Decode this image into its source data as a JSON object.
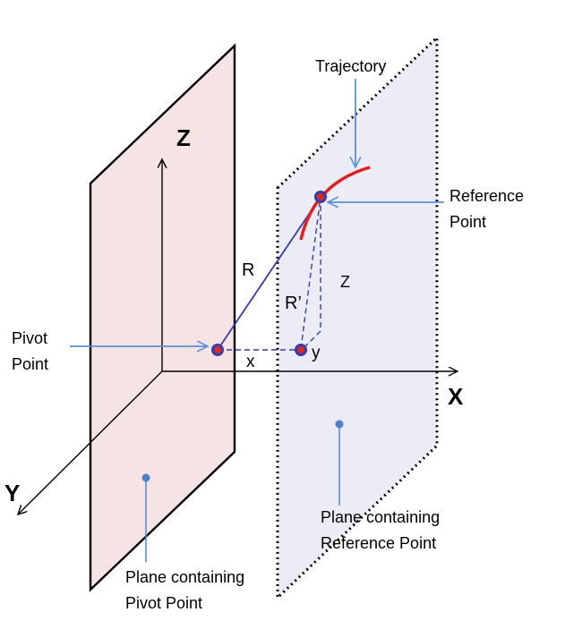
{
  "colors": {
    "pivot_plane_fill": "#f6e4e4",
    "reference_plane_fill": "#ececf6",
    "axis": "#000000",
    "radius_line": "#3a3aa8",
    "dashed": "#3a3aa8",
    "trajectory": "#e02020",
    "point_fill": "#d42a2a",
    "point_ring": "#3a3aa8",
    "pointer": "#5b8fd6",
    "plane_dot": "#4f7fc8"
  },
  "axes": {
    "x": "X",
    "y": "Y",
    "z": "Z"
  },
  "labels": {
    "trajectory": "Trajectory",
    "reference_point_line1": "Reference",
    "reference_point_line2": "Point",
    "pivot_point_line1": "Pivot",
    "pivot_point_line2": "Point",
    "r": "R",
    "r_prime": "R’",
    "z_small": "Z",
    "x_small": "x",
    "y_small": "y",
    "plane_reference_line1": "Plane containing",
    "plane_reference_line2": "Reference  Point",
    "plane_pivot_line1": "Plane containing",
    "plane_pivot_line2": "Pivot Point"
  }
}
